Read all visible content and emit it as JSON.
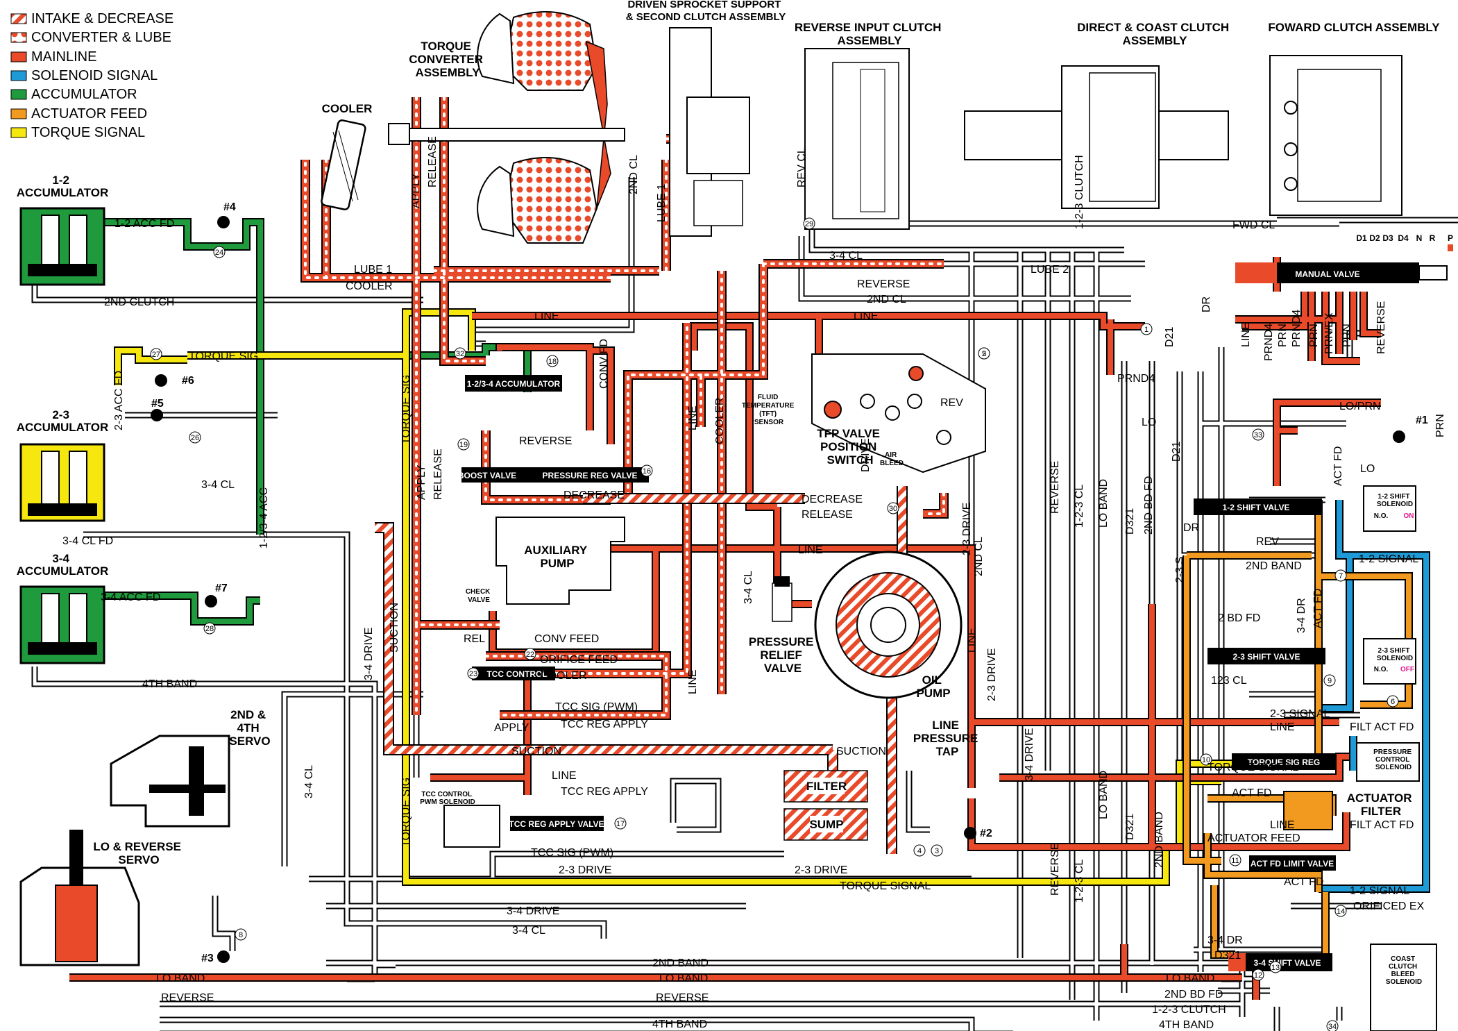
{
  "legend": [
    {
      "label": "INTAKE & DECREASE",
      "pattern": "stripe"
    },
    {
      "label": "CONVERTER & LUBE",
      "pattern": "dots"
    },
    {
      "label": "MAINLINE",
      "color": "#e84a2a"
    },
    {
      "label": "SOLENOID SIGNAL",
      "color": "#1e9ad6"
    },
    {
      "label": "ACCUMULATOR",
      "color": "#1f9a3c"
    },
    {
      "label": "ACTUATOR FEED",
      "color": "#f29a1f"
    },
    {
      "label": "TORQUE SIGNAL",
      "color": "#f6e80f"
    }
  ],
  "assemblies": {
    "acc12": "1-2 ACCUMULATOR",
    "acc23": "2-3 ACCUMULATOR",
    "acc34": "3-4 ACCUMULATOR",
    "cooler": "COOLER",
    "converter": "TORQUE CONVERTER ASSEMBLY",
    "sprocket": "DRIVEN SPROCKET SUPPORT & SECOND CLUTCH ASSEMBLY",
    "reverse_input": "REVERSE INPUT CLUTCH ASSEMBLY",
    "direct_coast": "DIRECT & COAST CLUTCH ASSEMBLY",
    "forward": "FOWARD CLUTCH ASSEMBLY",
    "servo24": "2ND & 4TH SERVO",
    "lo_rev_servo": "LO & REVERSE SERVO",
    "aux_pump": "AUXILIARY PUMP",
    "oil_pump": "OIL PUMP",
    "tfp": "TFP VALVE POSITION SWITCH",
    "prv": "PRESSURE RELIEF VALVE",
    "lpt": "LINE PRESSURE TAP",
    "actuator_filter": "ACTUATOR FILTER",
    "filter": "FILTER",
    "sump": "SUMP",
    "tcc_pwm": "TCC CONTROL PWM SOLENOID",
    "fluid_temp": "FLUID TEMPERATURE (TFT) SENSOR",
    "check_valve": "CHECK VALVE",
    "air_bleed": "AIR BLEED",
    "coast_bleed": "COAST CLUTCH BLEED SOLENOID",
    "pcs": "PRESSURE CONTROL SOLENOID",
    "sol12": "1-2 SHIFT SOLENOID",
    "sol23": "2-3 SHIFT SOLENOID",
    "sol12_state": "N.O.",
    "sol12_status": "ON",
    "sol23_state": "N.O.",
    "sol23_status": "OFF"
  },
  "valves": {
    "acc1234": "1-2/3-4 ACCUMULATOR",
    "boost": "BOOST VALVE",
    "pressure_reg": "PRESSURE REG VALVE",
    "tcc_control": "TCC CONTROL",
    "tcc_reg_apply": "TCC REG APPLY VALVE",
    "manual": "MANUAL VALVE",
    "shift12": "1-2 SHIFT VALVE",
    "shift23": "2-3 SHIFT VALVE",
    "shift34": "3-4 SHIFT VALVE",
    "torque_sig_reg": "TORQUE SIG REG",
    "act_fd_limit": "ACT FD LIMIT VALVE"
  },
  "ranges": [
    "D1",
    "D2",
    "D3",
    "D4",
    "N",
    "R",
    "P"
  ],
  "check_balls": [
    "#1",
    "#2",
    "#3",
    "#4",
    "#5",
    "#6",
    "#7"
  ],
  "passages": {
    "acc12_fd": "1-2 ACC FD",
    "clutch2": "2ND CLUTCH",
    "torque_sig": "TORQUE SIG",
    "acc23_fd": "2-3 ACC FD",
    "cl34": "3-4 CL",
    "cl34_fd": "3-4 CL FD",
    "acc34_fd": "3-4 ACC FD",
    "acc1234": "1-2/3-4 ACC",
    "band4": "4TH BAND",
    "lube1": "LUBE 1",
    "cooler": "COOLER",
    "apply": "APPLY",
    "release": "RELEASE",
    "cl2nd": "2ND CL",
    "rev_cl": "REV CL",
    "fwd_cl": "FWD CL",
    "cl34b": "3-4 CL",
    "reverse": "REVERSE",
    "lube2": "LUBE 2",
    "line": "LINE",
    "clutch123": "1-2-3 CLUTCH",
    "prnd4": "PRND4",
    "d21": "D21",
    "dr": "DR",
    "lo": "LO",
    "lo_prn": "LO/PRN",
    "prn": "PRN",
    "rev": "REV",
    "drive": "DRIVE",
    "decrease": "DECREASE",
    "conv_fd": "CONV FD",
    "suction": "SUCTION",
    "drive34": "3-4 DRIVE",
    "conv_feed": "CONV FEED",
    "orifice_feed": "ORIFICE FEED",
    "rel": "REL",
    "tcc_sig_pwm": "TCC SIG (PWM)",
    "tcc_reg_apply": "TCC REG APPLY",
    "drive23": "2-3 DRIVE",
    "torque_signal": "TORQUE SIGNAL",
    "band2": "2ND BAND",
    "lo_band": "LO BAND",
    "signal12": "1-2 SIGNAL",
    "signal23": "2-3 SIGNAL",
    "bd2_fd": "2ND BD FD",
    "d321": "D321",
    "cl123": "1-2-3 CL",
    "s23": "2-3 S",
    "bd2_fd_short": "2 BD FD",
    "dr23": "2-3 DR",
    "dr34": "3-4 DR",
    "act_fd": "ACT FD",
    "cl123b": "123 CL",
    "filt_act_fd": "FILT ACT FD",
    "actuator_feed": "ACTUATOR FEED",
    "orificed_ex": "ORIFICED EX",
    "ex": "EX",
    "prnd4_2": "PRND4",
    "prn_ex": "PRN/EX",
    "manual_lines": [
      "LINE",
      "PRND4",
      "PRN",
      "PRND4",
      "PRN",
      "PRN/EX",
      "PRN",
      "REVERSE"
    ]
  },
  "orifices": [
    "1",
    "2",
    "3",
    "4",
    "5",
    "6",
    "7",
    "8",
    "9",
    "10",
    "11",
    "12",
    "13",
    "14",
    "16",
    "17",
    "18",
    "19",
    "22",
    "23",
    "24",
    "26",
    "27",
    "28",
    "29",
    "30",
    "32",
    "33",
    "34"
  ]
}
